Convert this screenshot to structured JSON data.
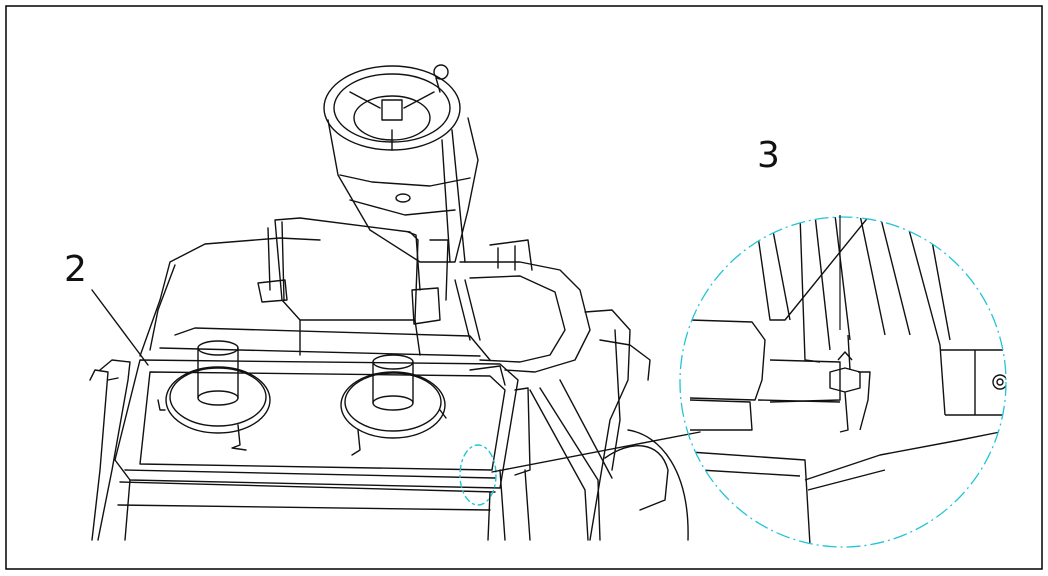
{
  "callouts": [
    {
      "id": "callout-2",
      "text": "2"
    },
    {
      "id": "callout-3",
      "text": "3"
    }
  ],
  "colors": {
    "line": "#111111",
    "detail_circle": "#22c4d8",
    "frame": "#000000",
    "background": "#ffffff"
  },
  "icons": [
    "steering-wheel",
    "spray-head",
    "detail-magnifier-circle"
  ]
}
